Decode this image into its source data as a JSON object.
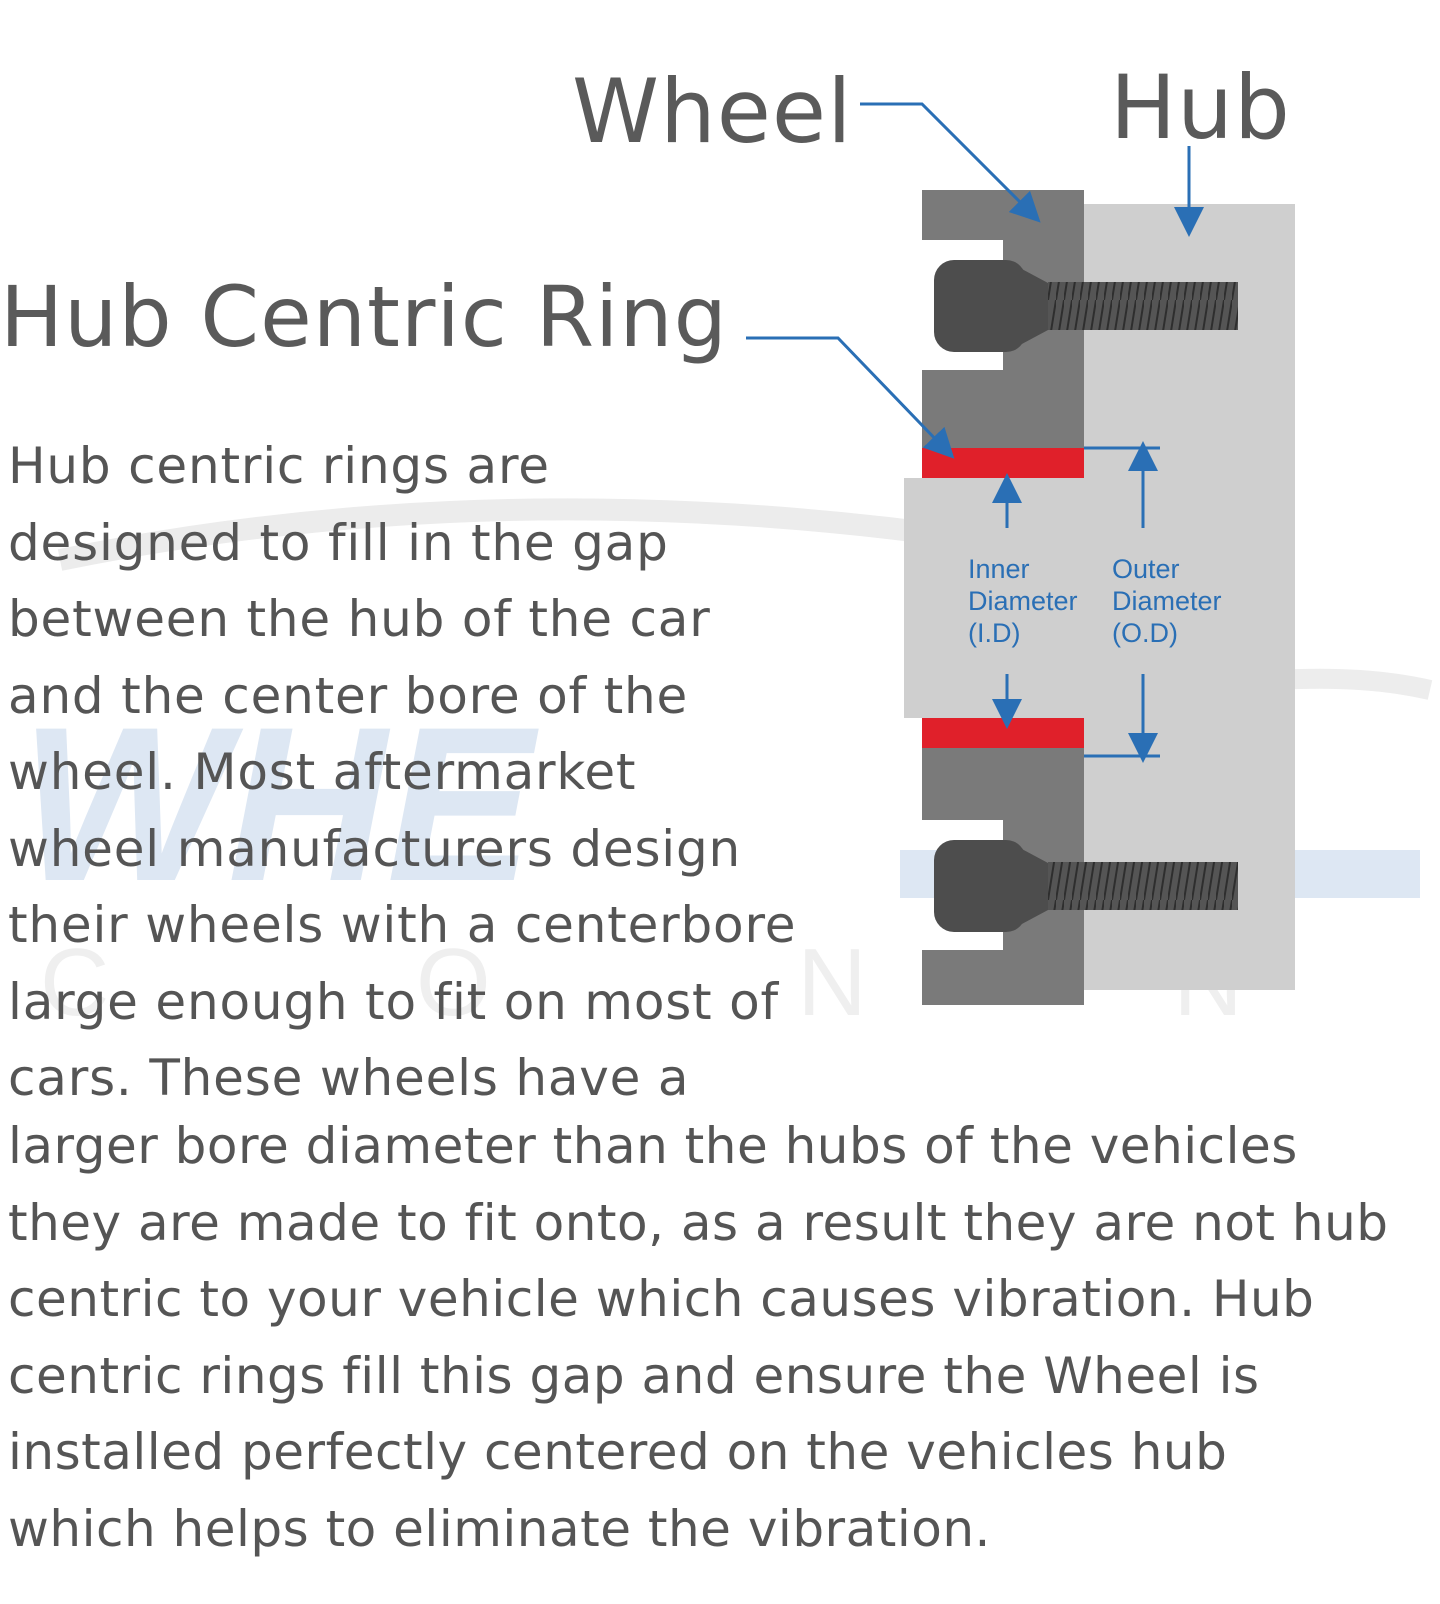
{
  "labels": {
    "wheel": "Wheel",
    "hub": "Hub",
    "ring": "Hub Centric Ring"
  },
  "dimensions": {
    "inner": [
      "Inner",
      "Diameter",
      "(I.D)"
    ],
    "outer": [
      "Outer",
      "Diameter",
      "(O.D)"
    ]
  },
  "paragraph": {
    "lines_top": [
      "Hub centric rings are",
      "designed to fill in the gap",
      "between the hub of the car",
      "and the center bore of the",
      "wheel. Most aftermarket",
      "wheel manufacturers design",
      "their wheels with a centerbore",
      "large enough to fit on most of",
      "cars. These wheels have a"
    ],
    "lines_bottom": [
      "larger bore diameter than the hubs of the vehicles",
      "they are made to fit onto, as a result they are not hub",
      "centric to your vehicle which causes vibration.  Hub",
      "centric rings fill this gap and ensure the Wheel is",
      "installed perfectly centered on the vehicles hub",
      "which helps to eliminate the vibration."
    ]
  },
  "watermark": {
    "big": "WHE",
    "small": "C O N N E C T"
  },
  "colors": {
    "wheel_dark": "#7a7a7a",
    "hub_light": "#cfcfcf",
    "bolt": "#4d4d4d",
    "ring_red": "#e0202a",
    "arrow_blue": "#2a6fb5",
    "text_gray": "#555555"
  }
}
